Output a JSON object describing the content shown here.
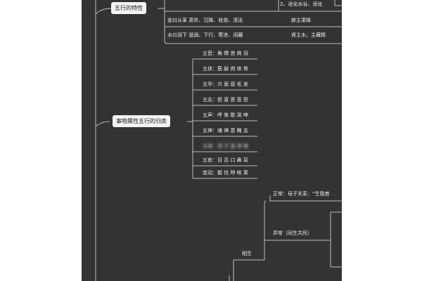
{
  "mindmap": {
    "topics": {
      "wuxing_traits": "五行的特性",
      "classification": "事物属性五行的归类"
    },
    "top_items": [
      "2、适化水谷、适化",
      "金曰从革  肃杀、沉降、收敛、清洁",
      "肺主肃降",
      "水曰润下  滋润、下行、寒凉、闭藏",
      "肾主水，主藏精"
    ],
    "classification_items": [
      "五音：角 徵 宫 商 羽",
      "五体：筋 脉 肉 体 骨",
      "五华：爪 面 唇 毛 发",
      "五志：怒 喜 思 悲 恐",
      "五声：呼 笑 歌 哭 呻",
      "五神：魂 神 意 魄 志",
      "五液：泪 汗 涎 涕 唾",
      "五官：目 舌 口 鼻 耳",
      "变动：握 忧 哕 咳 栗"
    ],
    "relations": {
      "normal": "正常：母子关系：“生我者",
      "abnormal": "异常（同生共死）",
      "xiangsheng": "相生"
    }
  }
}
